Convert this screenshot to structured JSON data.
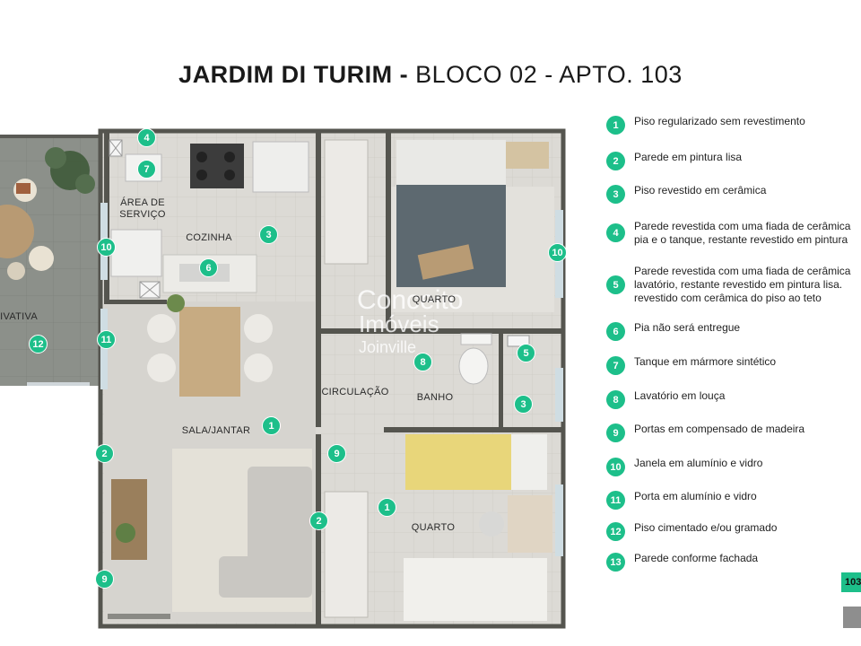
{
  "title": {
    "bold": "JARDIM DI TURIM -",
    "rest": " BLOCO 02 - APTO. 103"
  },
  "rooms": {
    "area_servico": "ÁREA DE\nSERVIÇO",
    "cozinha": "COZINHA",
    "quarto_top": "QUARTO",
    "circulacao": "CIRCULAÇÃO",
    "banho": "BANHO",
    "sala_jantar": "SALA/JANTAR",
    "quarto_bottom": "QUARTO",
    "privativa": "PRIVATIVA"
  },
  "plan_badges": [
    "4",
    "7",
    "10",
    "3",
    "6",
    "10",
    "11",
    "12",
    "8",
    "5",
    "3",
    "1",
    "2",
    "9",
    "2",
    "1",
    "9"
  ],
  "legend": [
    {
      "num": "1",
      "text": "Piso regularizado sem revestimento"
    },
    {
      "num": "2",
      "text": "Parede em pintura lisa"
    },
    {
      "num": "3",
      "text": "Piso revestido em cerâmica"
    },
    {
      "num": "4",
      "text": "Parede revestida com uma fiada de cerâmica\npia e o tanque, restante revestido em pintura"
    },
    {
      "num": "5",
      "text": "Parede revestida com uma fiada de cerâmica\nlavatório, restante revestido em pintura lisa.\nrevestido com cerâmica do piso ao teto"
    },
    {
      "num": "6",
      "text": "Pia não será entregue"
    },
    {
      "num": "7",
      "text": "Tanque em mármore sintético"
    },
    {
      "num": "8",
      "text": "Lavatório em louça"
    },
    {
      "num": "9",
      "text": "Portas em compensado de madeira"
    },
    {
      "num": "10",
      "text": "Janela em alumínio e vidro"
    },
    {
      "num": "11",
      "text": "Porta em alumínio e vidro"
    },
    {
      "num": "12",
      "text": "Piso cimentado e/ou gramado"
    },
    {
      "num": "13",
      "text": "Parede conforme fachada"
    }
  ],
  "watermark": {
    "line1": "Conceito",
    "line2": "Imóveis",
    "line3": "Joinville"
  },
  "unit_tag": "103",
  "colors": {
    "accent": "#1dbf8a",
    "wall": "#5a5a55",
    "floor": "#d9d7d2",
    "deck": "#8a8e88"
  }
}
